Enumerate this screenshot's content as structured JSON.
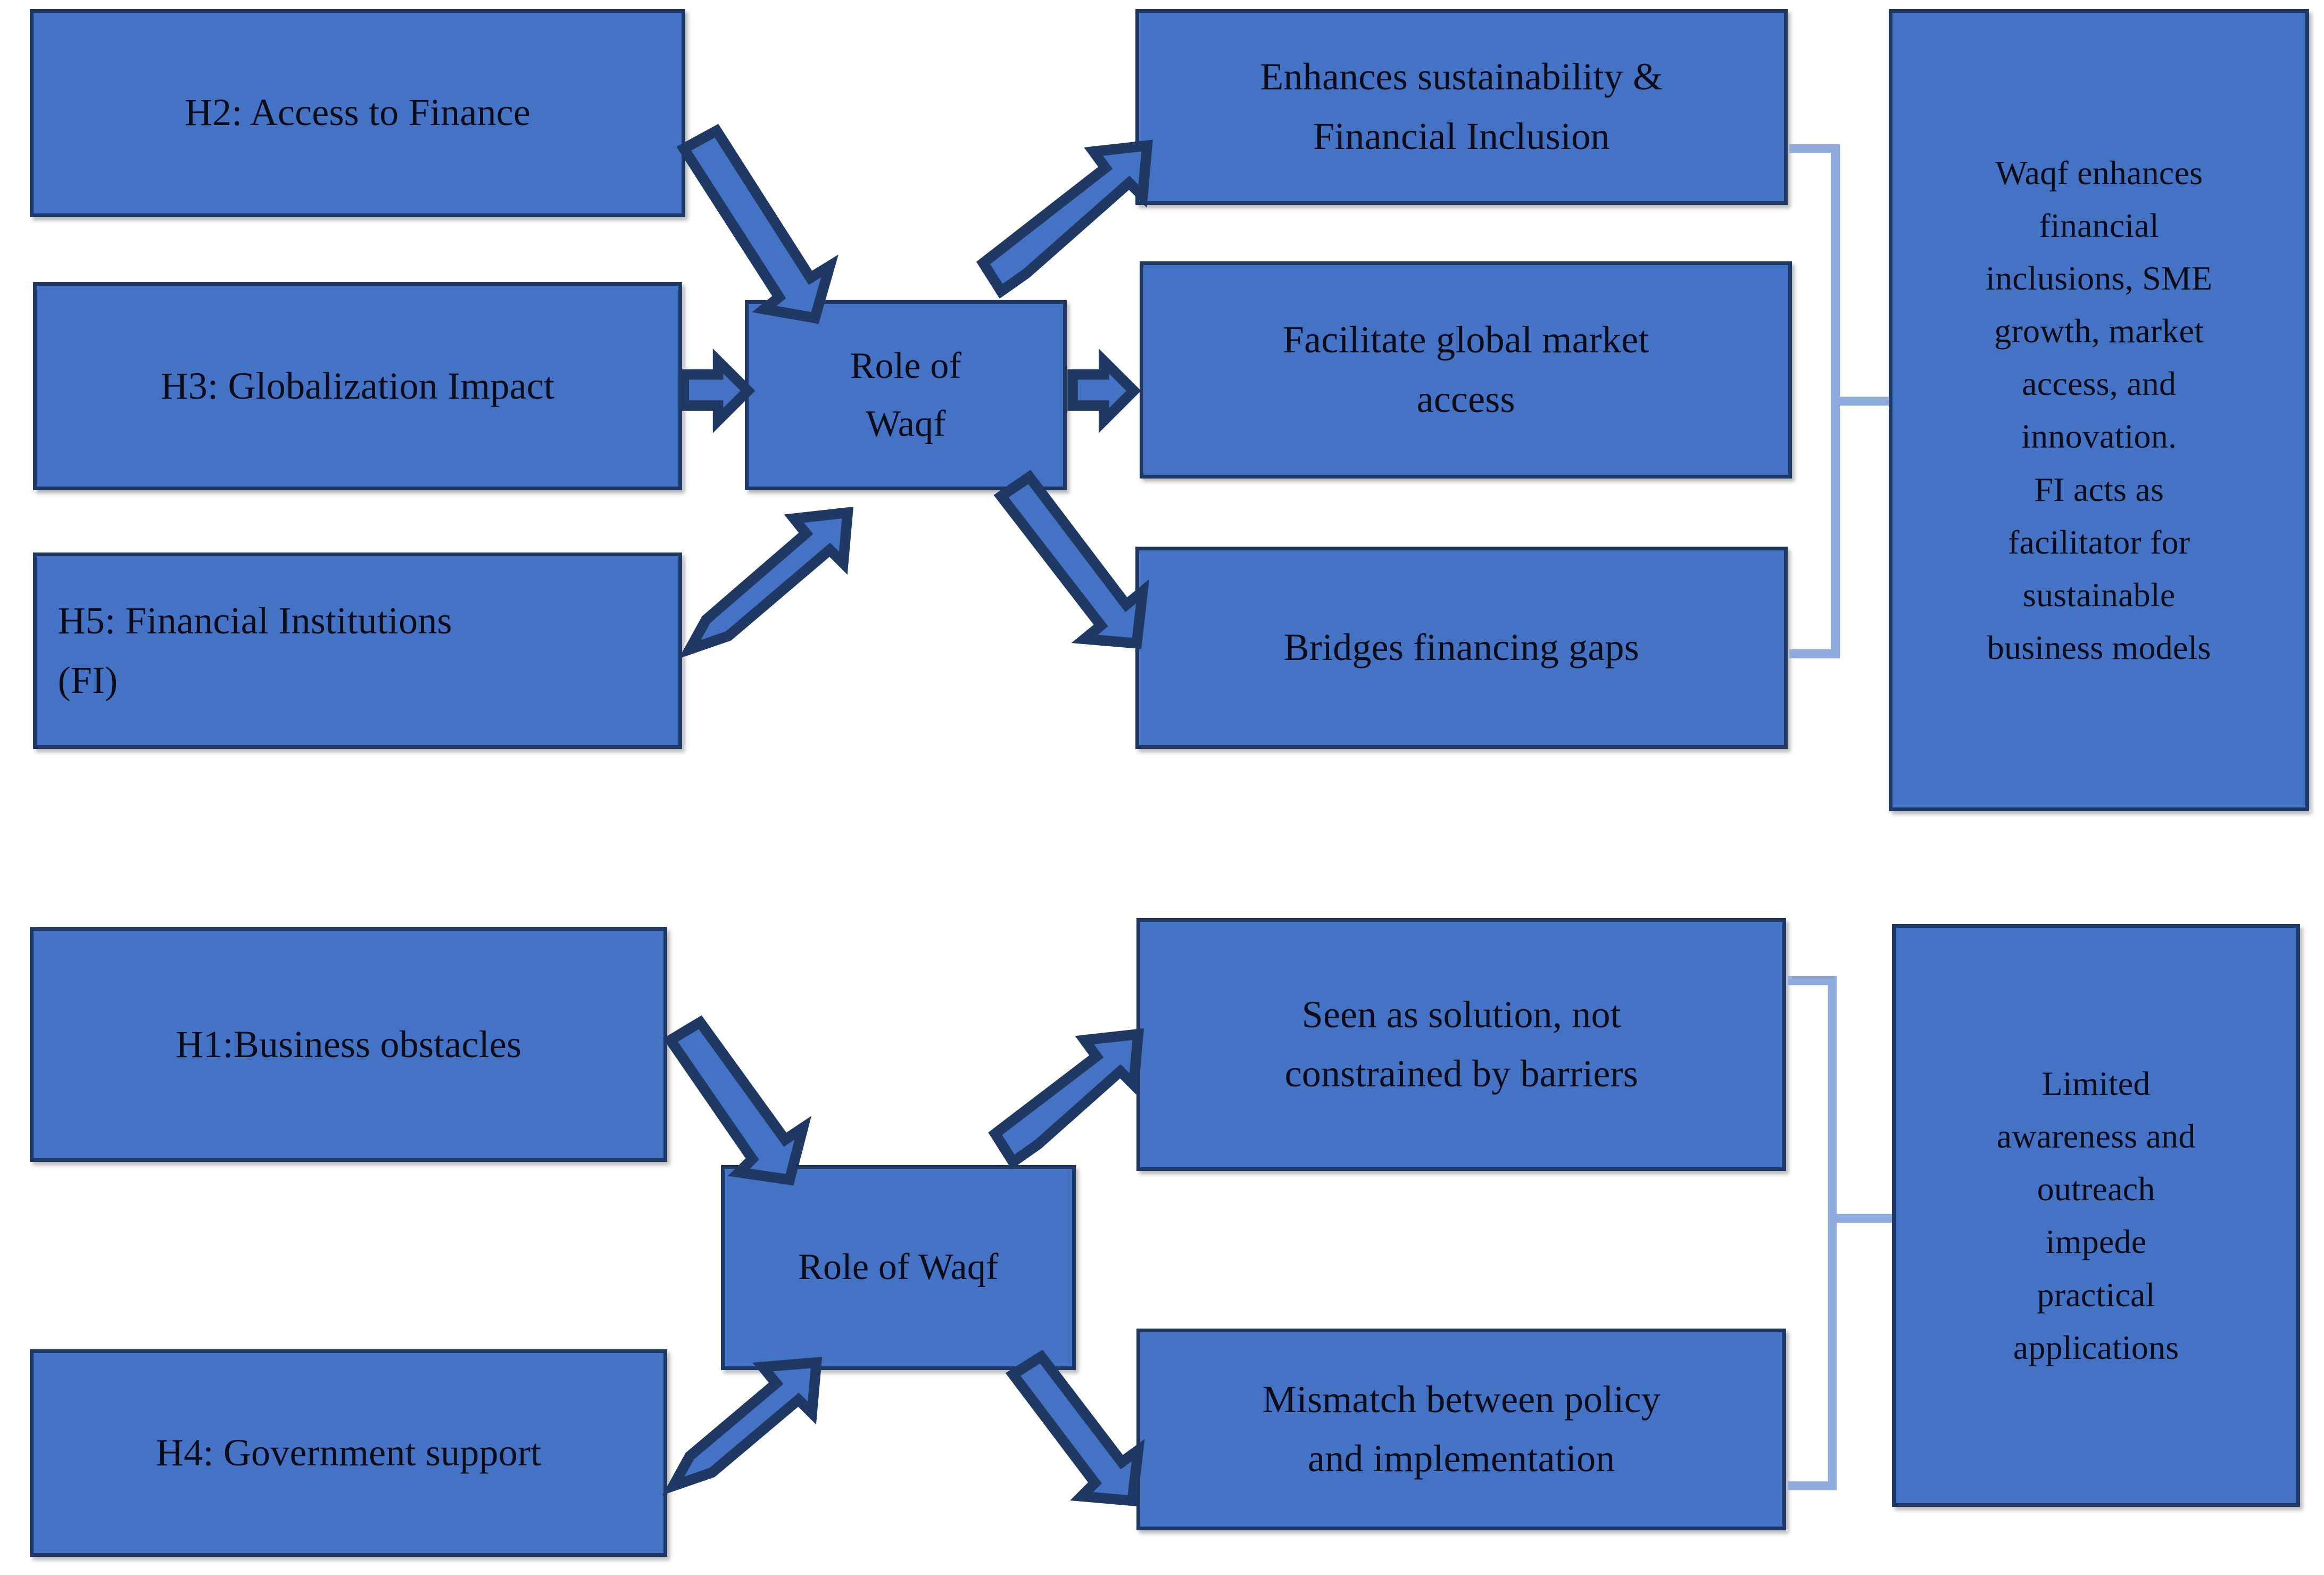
{
  "diagram": {
    "colors": {
      "box_fill": "#4472C4",
      "box_border": "#1F3864",
      "connector": "#8FAADC",
      "text": "#0D0D1A",
      "background": "#FFFFFF"
    },
    "sections": [
      {
        "id": "top",
        "antecedents": [
          {
            "id": "h2",
            "label": "H2: Access to Finance"
          },
          {
            "id": "h3",
            "label": "H3: Globalization Impact"
          },
          {
            "id": "h5",
            "label": "H5:  Financial Institutions\n(FI)"
          }
        ],
        "hub": {
          "id": "hub-top",
          "label": "Role of\nWaqf"
        },
        "outcomes": [
          {
            "id": "out-sustain",
            "label": "Enhances sustainability &\nFinancial Inclusion"
          },
          {
            "id": "out-market",
            "label": "Facilitate global market\naccess"
          },
          {
            "id": "out-gaps",
            "label": "Bridges financing gaps"
          }
        ],
        "summary": {
          "id": "summary-top",
          "label": "Waqf enhances\nfinancial\ninclusions, SME\ngrowth, market\naccess, and\ninnovation.\nFI acts as\nfacilitator for\nsustainable\nbusiness models"
        }
      },
      {
        "id": "bottom",
        "antecedents": [
          {
            "id": "h1",
            "label": "H1:Business obstacles"
          },
          {
            "id": "h4",
            "label": "H4: Government support"
          }
        ],
        "hub": {
          "id": "hub-bottom",
          "label": "Role of Waqf"
        },
        "outcomes": [
          {
            "id": "out-solution",
            "label": "Seen as solution, not\nconstrained by barriers"
          },
          {
            "id": "out-mismatch",
            "label": "Mismatch between policy\nand implementation"
          }
        ],
        "summary": {
          "id": "summary-bottom",
          "label": "Limited\nawareness and\noutreach\nimpede\npractical\napplications"
        }
      }
    ]
  }
}
